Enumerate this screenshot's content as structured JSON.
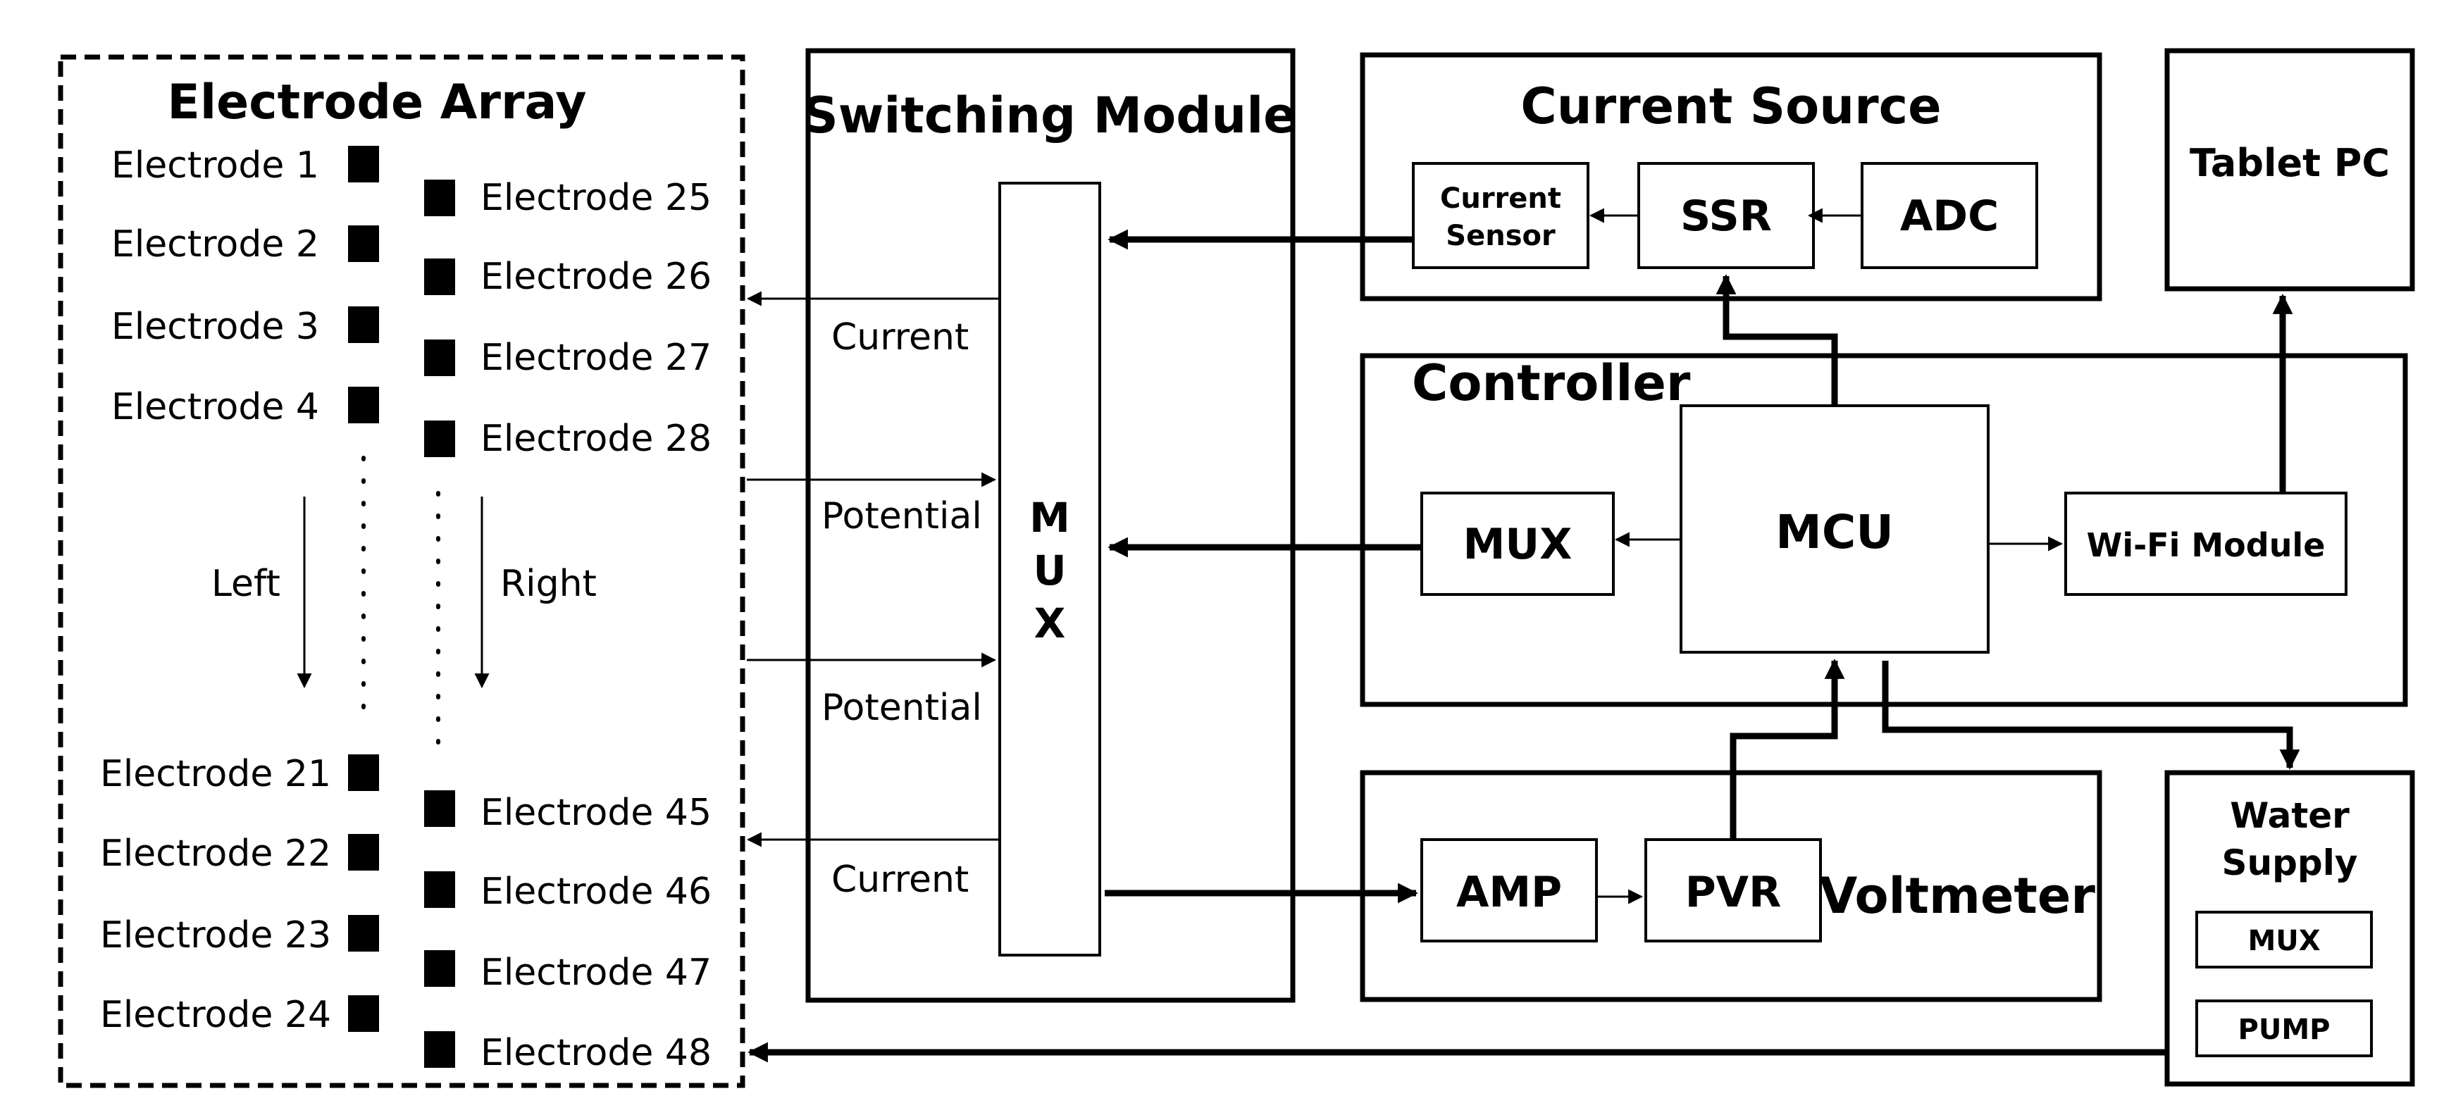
{
  "electrode_array": {
    "title": "Electrode Array",
    "left_column": [
      "Electrode 1",
      "Electrode 2",
      "Electrode 3",
      "Electrode 4",
      "Electrode 21",
      "Electrode 22",
      "Electrode 23",
      "Electrode 24"
    ],
    "right_column": [
      "Electrode 25",
      "Electrode 26",
      "Electrode 27",
      "Electrode 28",
      "Electrode 45",
      "Electrode 46",
      "Electrode 47",
      "Electrode 48"
    ],
    "left_label": "Left",
    "right_label": "Right"
  },
  "switching_module": {
    "title": "Switching Module",
    "mux_letters": [
      "M",
      "U",
      "X"
    ],
    "signals": [
      "Current",
      "Potential",
      "Potential",
      "Current"
    ]
  },
  "current_source": {
    "title": "Current Source",
    "sensor_line1": "Current",
    "sensor_line2": "Sensor",
    "ssr": "SSR",
    "adc": "ADC"
  },
  "tablet_pc": {
    "title": "Tablet PC"
  },
  "controller": {
    "title": "Controller",
    "mux": "MUX",
    "mcu": "MCU",
    "wifi": "Wi-Fi Module"
  },
  "voltmeter": {
    "title": "Voltmeter",
    "amp": "AMP",
    "pvr": "PVR"
  },
  "water_supply": {
    "title_line1": "Water",
    "title_line2": "Supply",
    "mux": "MUX",
    "pump": "PUMP"
  }
}
